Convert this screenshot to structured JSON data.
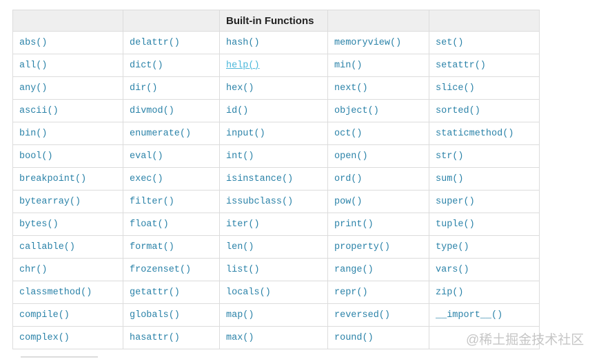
{
  "header": {
    "title": "Built-in Functions",
    "title_column_index": 2
  },
  "table": {
    "rows": [
      [
        "abs()",
        "delattr()",
        "hash()",
        "memoryview()",
        "set()"
      ],
      [
        "all()",
        "dict()",
        "help()",
        "min()",
        "setattr()"
      ],
      [
        "any()",
        "dir()",
        "hex()",
        "next()",
        "slice()"
      ],
      [
        "ascii()",
        "divmod()",
        "id()",
        "object()",
        "sorted()"
      ],
      [
        "bin()",
        "enumerate()",
        "input()",
        "oct()",
        "staticmethod()"
      ],
      [
        "bool()",
        "eval()",
        "int()",
        "open()",
        "str()"
      ],
      [
        "breakpoint()",
        "exec()",
        "isinstance()",
        "ord()",
        "sum()"
      ],
      [
        "bytearray()",
        "filter()",
        "issubclass()",
        "pow()",
        "super()"
      ],
      [
        "bytes()",
        "float()",
        "iter()",
        "print()",
        "tuple()"
      ],
      [
        "callable()",
        "format()",
        "len()",
        "property()",
        "type()"
      ],
      [
        "chr()",
        "frozenset()",
        "list()",
        "range()",
        "vars()"
      ],
      [
        "classmethod()",
        "getattr()",
        "locals()",
        "repr()",
        "zip()"
      ],
      [
        "compile()",
        "globals()",
        "map()",
        "reversed()",
        "__import__()"
      ],
      [
        "complex()",
        "hasattr()",
        "max()",
        "round()",
        ""
      ]
    ],
    "hovered_cell": {
      "row": 1,
      "col": 2,
      "label": "help()"
    }
  },
  "watermark": {
    "text": "@稀土掘金技术社区"
  },
  "colors": {
    "link": "#2a82a8",
    "link_hover": "#4cb8da",
    "border": "#dcdcdc",
    "header_bg": "#efefef",
    "header_text": "#222222",
    "watermark": "#c6c6c6",
    "page_bg": "#ffffff"
  }
}
